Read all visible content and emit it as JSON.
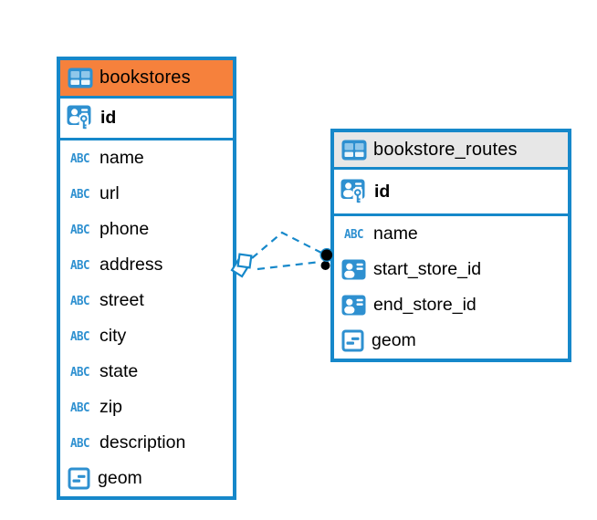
{
  "diagram_type": "entity-relationship",
  "colors": {
    "accent_blue": "#1688CA",
    "icon_blue": "#2E90D0",
    "header_orange": "#F6813C",
    "header_gray": "#E7E7E7",
    "background": "#FFFFFF",
    "text": "#000000",
    "relationship_dot_black": "#000000"
  },
  "icon_glyphs": {
    "text_type": "ABC"
  },
  "tables": [
    {
      "title": "bookstores",
      "header_style": "orange",
      "header_icon": "table-icon",
      "primary_key": {
        "name": "id",
        "icon": "primary-key-icon"
      },
      "fields": [
        {
          "name": "name",
          "type": "text"
        },
        {
          "name": "url",
          "type": "text"
        },
        {
          "name": "phone",
          "type": "text"
        },
        {
          "name": "address",
          "type": "text"
        },
        {
          "name": "street",
          "type": "text"
        },
        {
          "name": "city",
          "type": "text"
        },
        {
          "name": "state",
          "type": "text"
        },
        {
          "name": "zip",
          "type": "text"
        },
        {
          "name": "description",
          "type": "text"
        },
        {
          "name": "geom",
          "type": "geometry"
        }
      ]
    },
    {
      "title": "bookstore_routes",
      "header_style": "gray",
      "header_icon": "table-icon",
      "primary_key": {
        "name": "id",
        "icon": "primary-key-icon"
      },
      "fields": [
        {
          "name": "name",
          "type": "text"
        },
        {
          "name": "start_store_id",
          "type": "reference"
        },
        {
          "name": "end_store_id",
          "type": "reference"
        },
        {
          "name": "geom",
          "type": "geometry"
        }
      ]
    }
  ],
  "relationship": {
    "from_table": "bookstore_routes",
    "to_table": "bookstores",
    "line_style": "dashed",
    "line_count": 2,
    "left_end_symbol": "stacked-diamonds",
    "right_end_symbol": "stacked-black-dots"
  }
}
